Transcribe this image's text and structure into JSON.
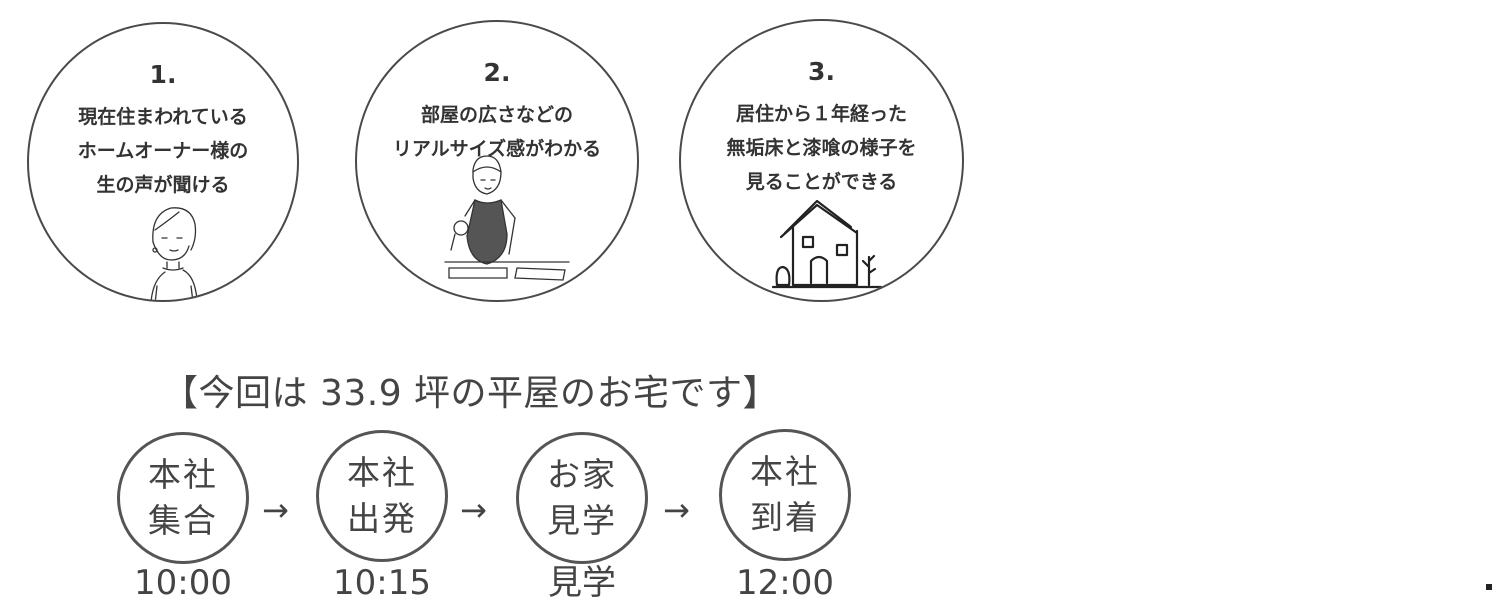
{
  "points": [
    {
      "number": "1.",
      "lines": [
        "現在住まわれている",
        "ホームオーナー様の",
        "生の声が聞ける"
      ]
    },
    {
      "number": "2.",
      "lines": [
        "部屋の広さなどの",
        "リアルサイズ感がわかる"
      ]
    },
    {
      "number": "3.",
      "lines": [
        "居住から１年経った",
        "無垢床と漆喰の様子を",
        "見ることができる"
      ]
    }
  ],
  "subtitle": "【今回は 33.9 坪の平屋のお宅です】",
  "schedule": [
    {
      "line1": "本社",
      "line2": "集合",
      "time": "10:00"
    },
    {
      "line1": "本社",
      "line2": "出発",
      "time": "10:15"
    },
    {
      "line1": "お家",
      "line2": "見学",
      "time": "見学"
    },
    {
      "line1": "本社",
      "line2": "到着",
      "time": "12:00"
    }
  ],
  "arrow": "→",
  "icons": [
    "woman-portrait-icon",
    "person-cooking-icon",
    "house-icon"
  ]
}
